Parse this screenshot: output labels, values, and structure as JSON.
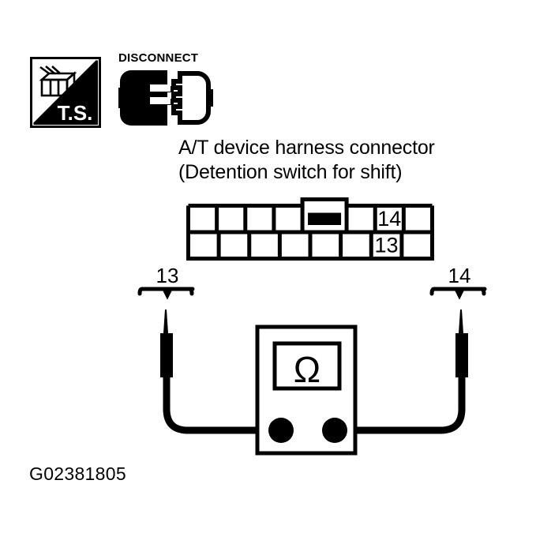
{
  "figure": {
    "id_label": "G02381805",
    "title_line1": "A/T device harness connector",
    "title_line2": "(Detention switch for shift)",
    "ink_color": "#000000",
    "background_color": "#ffffff"
  },
  "badges": {
    "ts": {
      "label": "T.S.",
      "icon_name": "connector-icon",
      "description": "Terminal side badge"
    },
    "disconnect": {
      "label": "DISCONNECT",
      "icon_name": "disconnected-plug-icon"
    }
  },
  "connector": {
    "name": "A/T device harness connector",
    "rows": [
      {
        "row_name": "top-row",
        "cells": [
          {
            "label": "",
            "filled": false,
            "wide": false
          },
          {
            "label": "",
            "filled": false,
            "wide": false
          },
          {
            "label": "",
            "filled": false,
            "wide": false
          },
          {
            "label": "",
            "filled": false,
            "wide": false
          },
          {
            "label": "",
            "filled": true,
            "wide": true
          },
          {
            "label": "",
            "filled": false,
            "wide": false
          },
          {
            "label": "14",
            "filled": false,
            "wide": false
          },
          {
            "label": "",
            "filled": false,
            "wide": false
          }
        ]
      },
      {
        "row_name": "bottom-row",
        "cells": [
          {
            "label": "",
            "filled": false,
            "wide": false
          },
          {
            "label": "",
            "filled": false,
            "wide": false
          },
          {
            "label": "",
            "filled": false,
            "wide": false
          },
          {
            "label": "",
            "filled": false,
            "wide": false
          },
          {
            "label": "",
            "filled": false,
            "wide": false
          },
          {
            "label": "",
            "filled": false,
            "wide": false
          },
          {
            "label": "13",
            "filled": false,
            "wide": false
          },
          {
            "label": "",
            "filled": false,
            "wide": false
          }
        ]
      }
    ]
  },
  "measurement": {
    "instrument": "multimeter",
    "display_symbol": "Ω",
    "display_meaning": "ohms / resistance",
    "left_probe": {
      "terminal_label": "13"
    },
    "right_probe": {
      "terminal_label": "14"
    }
  }
}
